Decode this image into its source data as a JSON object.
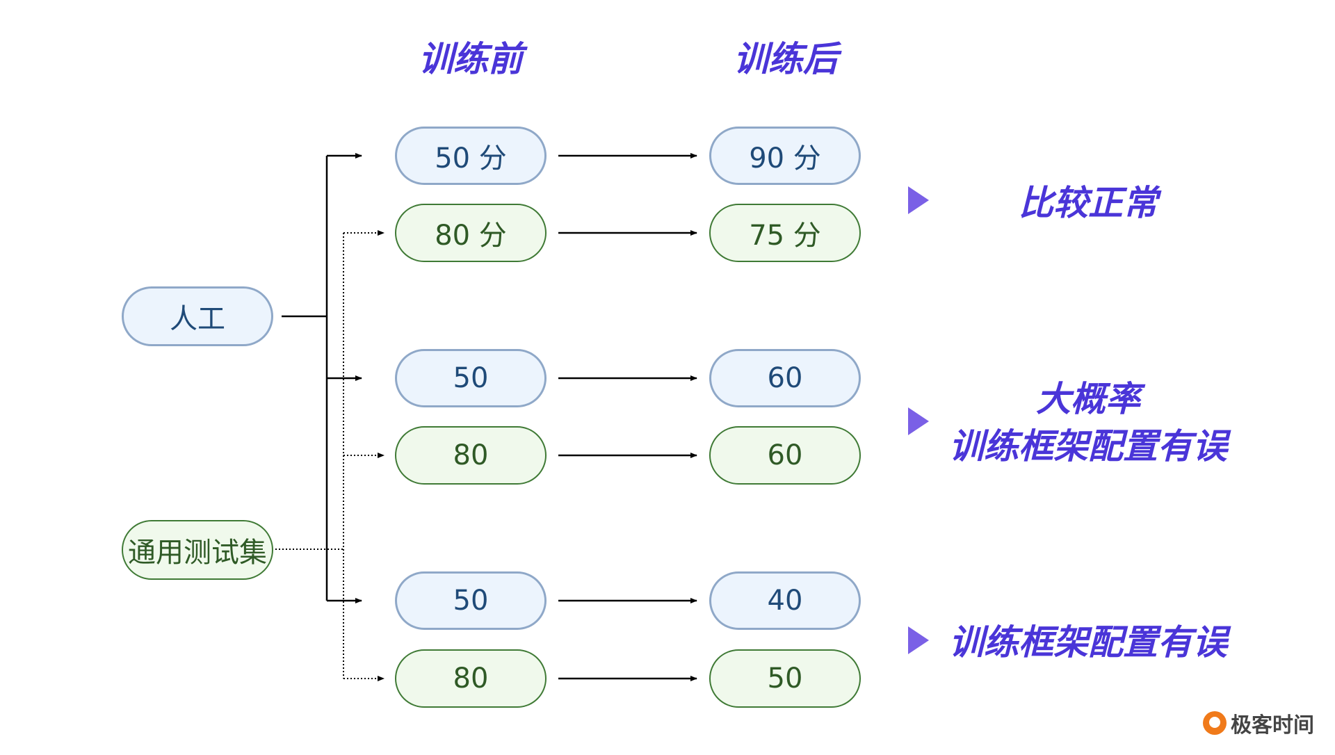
{
  "headers": {
    "before": "训练前",
    "after": "训练后"
  },
  "sources": {
    "manual": "人工",
    "general_test": "通用测试集"
  },
  "groups": [
    {
      "manual": {
        "before": "50 分",
        "after": "90 分"
      },
      "general": {
        "before": "80 分",
        "after": "75 分"
      },
      "conclusion": [
        "比较正常"
      ]
    },
    {
      "manual": {
        "before": "50",
        "after": "60"
      },
      "general": {
        "before": "80",
        "after": "60"
      },
      "conclusion": [
        "大概率",
        "训练框架配置有误"
      ]
    },
    {
      "manual": {
        "before": "50",
        "after": "40"
      },
      "general": {
        "before": "80",
        "after": "50"
      },
      "conclusion": [
        "训练框架配置有误"
      ]
    }
  ],
  "colors": {
    "heading": "#4a35d8",
    "manual_fill": "#ecf4fd",
    "manual_border": "#8fa8c8",
    "manual_text": "#1f4a78",
    "general_fill": "#f0f9ec",
    "general_border": "#3f7a35",
    "general_text": "#2f5a26",
    "marker": "#7a60e6"
  },
  "brand": {
    "name": "极客时间"
  }
}
